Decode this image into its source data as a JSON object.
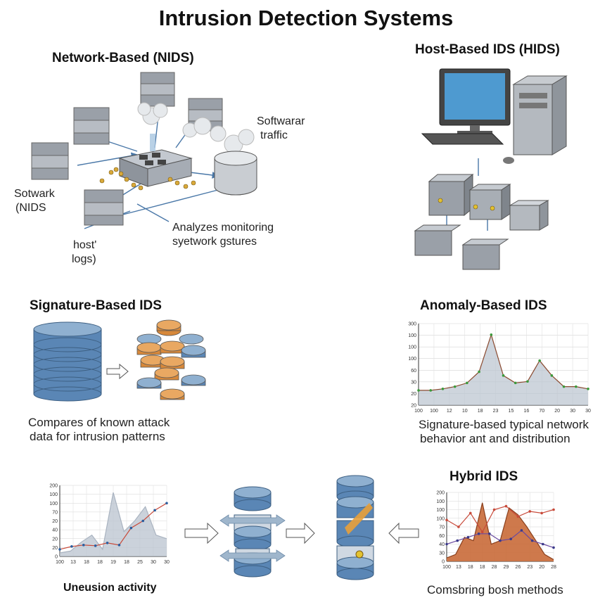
{
  "title": "Intrusion Detection Systems",
  "nids": {
    "heading": "Network-Based (NIDS)",
    "label_top_right_1": "Softwarar",
    "label_top_right_2": "traffic",
    "label_left_1": "Sotwark",
    "label_left_2": "(NIDS",
    "label_bottom_1": "Analyzes monitoring",
    "label_bottom_2": "syetwork gstures",
    "label_host_1": "host'",
    "label_host_2": "logs)"
  },
  "hids": {
    "heading": "Host-Based IDS (HIDS)"
  },
  "signature": {
    "heading": "Signature-Based IDS",
    "caption_1": "Compares of known attack",
    "caption_2": "data for intrusion patterns"
  },
  "anomaly": {
    "heading": "Anomaly-Based IDS",
    "caption_1": "Signature-based typical network",
    "caption_2": "behavior ant and distribution"
  },
  "bottom_left": {
    "caption": "Uneusion activity"
  },
  "hybrid": {
    "heading": "Hybrid IDS",
    "caption": "Comsbring bosh methods"
  },
  "colors": {
    "accent_blue": "#5a86b5",
    "accent_orange": "#d7883a",
    "chart_fill": "#b9c3cf",
    "hybrid_fill": "#c96a38"
  },
  "chart_data": [
    {
      "type": "area",
      "title": "",
      "yticks": [
        "300",
        "100",
        "100",
        "100",
        "60",
        "30",
        "20",
        "20"
      ],
      "xticks": [
        "100",
        "100",
        "12",
        "10",
        "18",
        "23",
        "15",
        "16",
        "70",
        "20",
        "30",
        "30"
      ],
      "series": [
        {
          "values": [
            20,
            20,
            22,
            25,
            30,
            45,
            95,
            40,
            30,
            32,
            60,
            40,
            25,
            25,
            22
          ]
        }
      ]
    },
    {
      "type": "area",
      "title": "",
      "yticks": [
        "200",
        "100",
        "100",
        "70",
        "20",
        "40",
        "20",
        "20",
        "0"
      ],
      "xticks": [
        "100",
        "13",
        "18",
        "18",
        "19",
        "18",
        "25",
        "30",
        "30"
      ],
      "series": [
        {
          "values": [
            10,
            15,
            40,
            60,
            20,
            180,
            70,
            100,
            140,
            60,
            50
          ]
        },
        {
          "values": [
            20,
            28,
            32,
            30,
            38,
            32,
            80,
            100,
            130,
            150
          ]
        }
      ]
    },
    {
      "type": "area",
      "title": "",
      "yticks": [
        "200",
        "100",
        "100",
        "100",
        "70",
        "60",
        "40",
        "30",
        "0"
      ],
      "xticks": [
        "100",
        "13",
        "18",
        "18",
        "28",
        "29",
        "26",
        "23",
        "20",
        "28"
      ],
      "series": [
        {
          "values": [
            10,
            20,
            70,
            60,
            170,
            50,
            60,
            155,
            135,
            100,
            60,
            20,
            5
          ]
        },
        {
          "values": [
            120,
            100,
            140,
            85,
            150,
            160,
            130,
            145,
            140,
            150
          ]
        },
        {
          "values": [
            50,
            60,
            70,
            80,
            80,
            60,
            65,
            90,
            60,
            50,
            40
          ]
        }
      ]
    }
  ]
}
